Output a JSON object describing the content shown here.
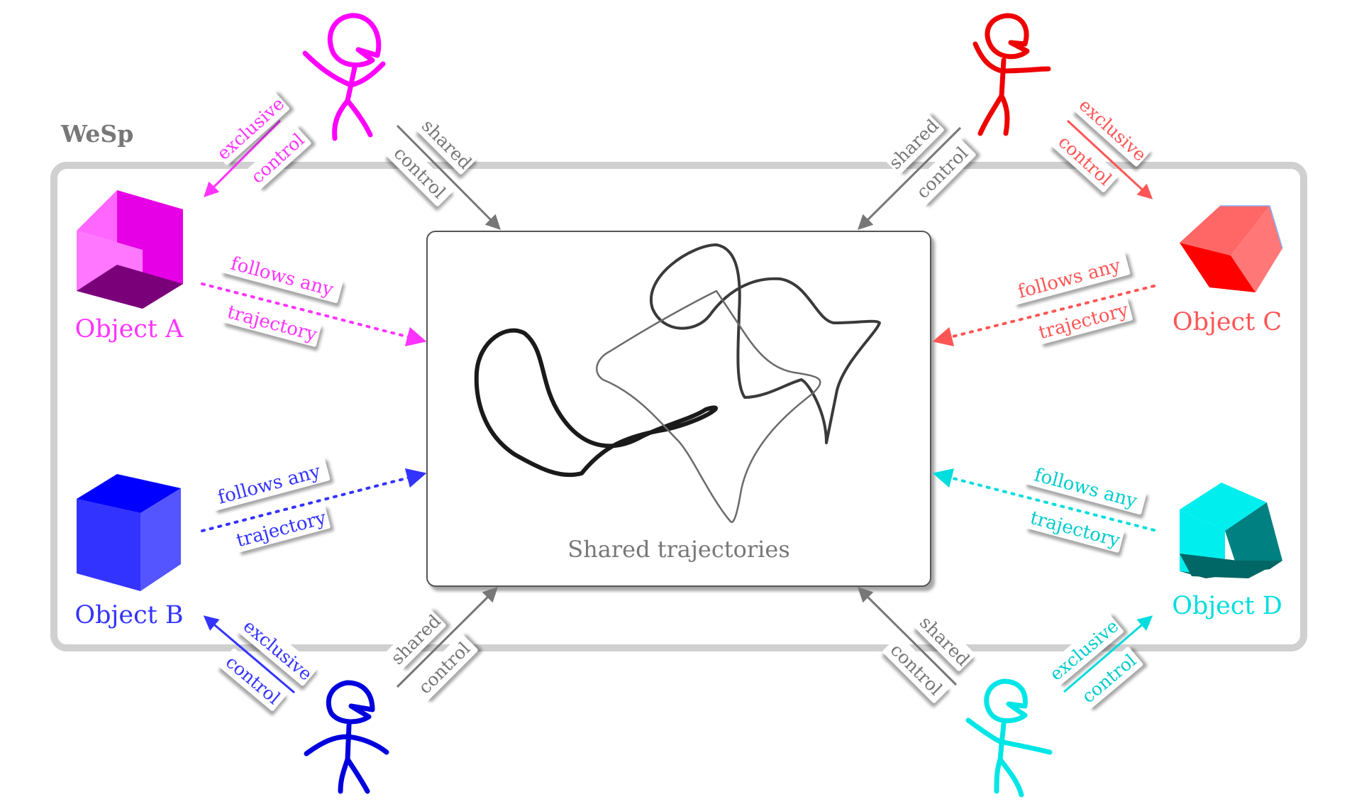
{
  "system_label": "WeSp",
  "center_label": "Shared trajectories",
  "colors": {
    "A": "#ff33ff",
    "B": "#3333ff",
    "C": "#ff5555",
    "D": "#00dddd",
    "grey": "#777777",
    "frame": "#d0d0d0"
  },
  "objects": {
    "A": {
      "name": "Object A"
    },
    "B": {
      "name": "Object B"
    },
    "C": {
      "name": "Object C"
    },
    "D": {
      "name": "Object D"
    }
  },
  "labels": {
    "exclusive": "exclusive",
    "control": "control",
    "shared": "shared",
    "follows_any": "follows any",
    "trajectory": "trajectory"
  }
}
